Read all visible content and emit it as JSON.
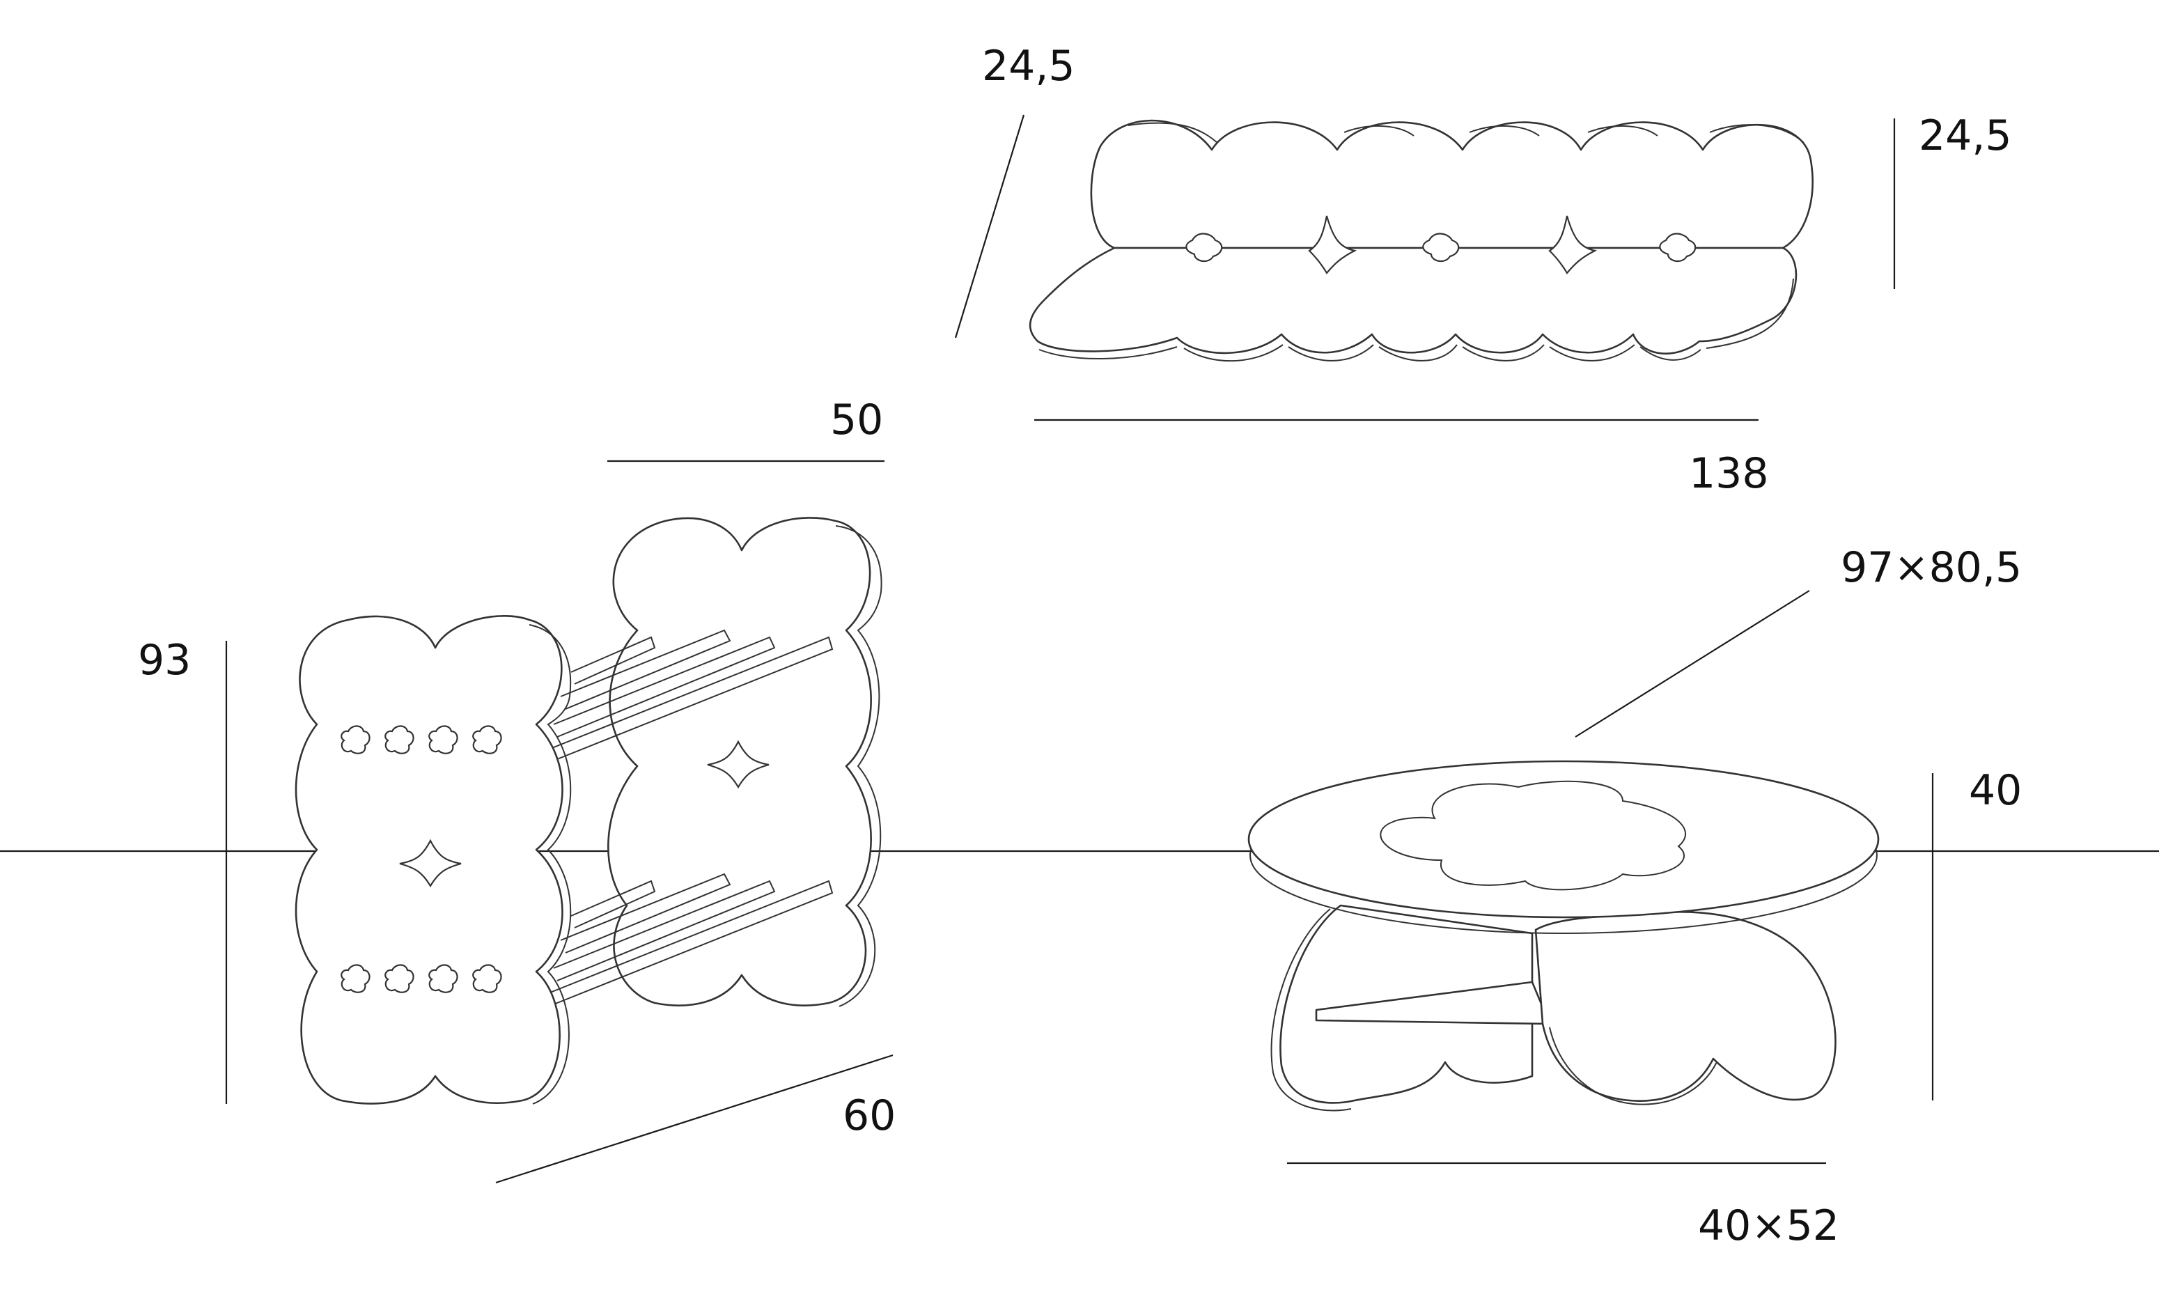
{
  "colors": {
    "line": "#1a1a1a",
    "text": "#111111",
    "background": "#ffffff"
  },
  "bench": {
    "depth_label": "24,5",
    "height_label": "24,5",
    "length_label": "138"
  },
  "shelf": {
    "depth_label": "50",
    "height_label": "93",
    "width_label": "60"
  },
  "table": {
    "top_label": "97×80,5",
    "height_label": "40",
    "base_label": "40×52"
  }
}
